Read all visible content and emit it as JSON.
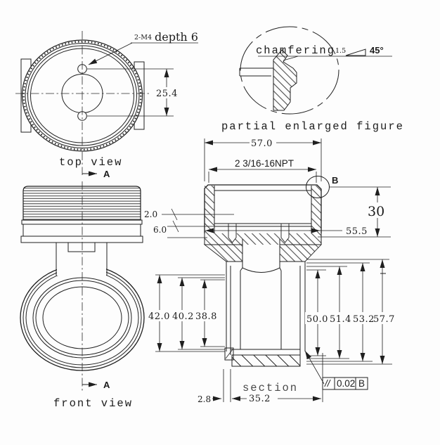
{
  "page": {
    "background": "#fdfdfd",
    "ink": "#1f1f1f"
  },
  "top_view": {
    "label": "top view",
    "section_marker": "A",
    "callout_qty": "2-M4",
    "callout_depth": "depth 6",
    "dim_hole_spacing": "25.4"
  },
  "front_view": {
    "label": "front view",
    "section_marker": "A"
  },
  "detail_view": {
    "label": "partial enlarged figure",
    "callout": "chamfering",
    "chamfer_size": "1.5",
    "chamfer_angle": "45°"
  },
  "section_view": {
    "label": "section",
    "detail_ref": "B",
    "dim_overall_width": "57.0",
    "thread_spec": "2 3/16-16NPT",
    "dim_cap_height": "30",
    "dim_inner_width": "55.5",
    "dim_step_a": "2.0",
    "dim_step_b": "6.0",
    "left_dims": [
      "42.0",
      "40.2",
      "38.8"
    ],
    "right_dims": [
      "50.0",
      "51.4",
      "53.2",
      "57.7"
    ],
    "dim_lip": "2.8",
    "dim_bore": "35.2",
    "tolerance": {
      "symbol": "//",
      "value": "0.02",
      "datum": "B"
    }
  }
}
